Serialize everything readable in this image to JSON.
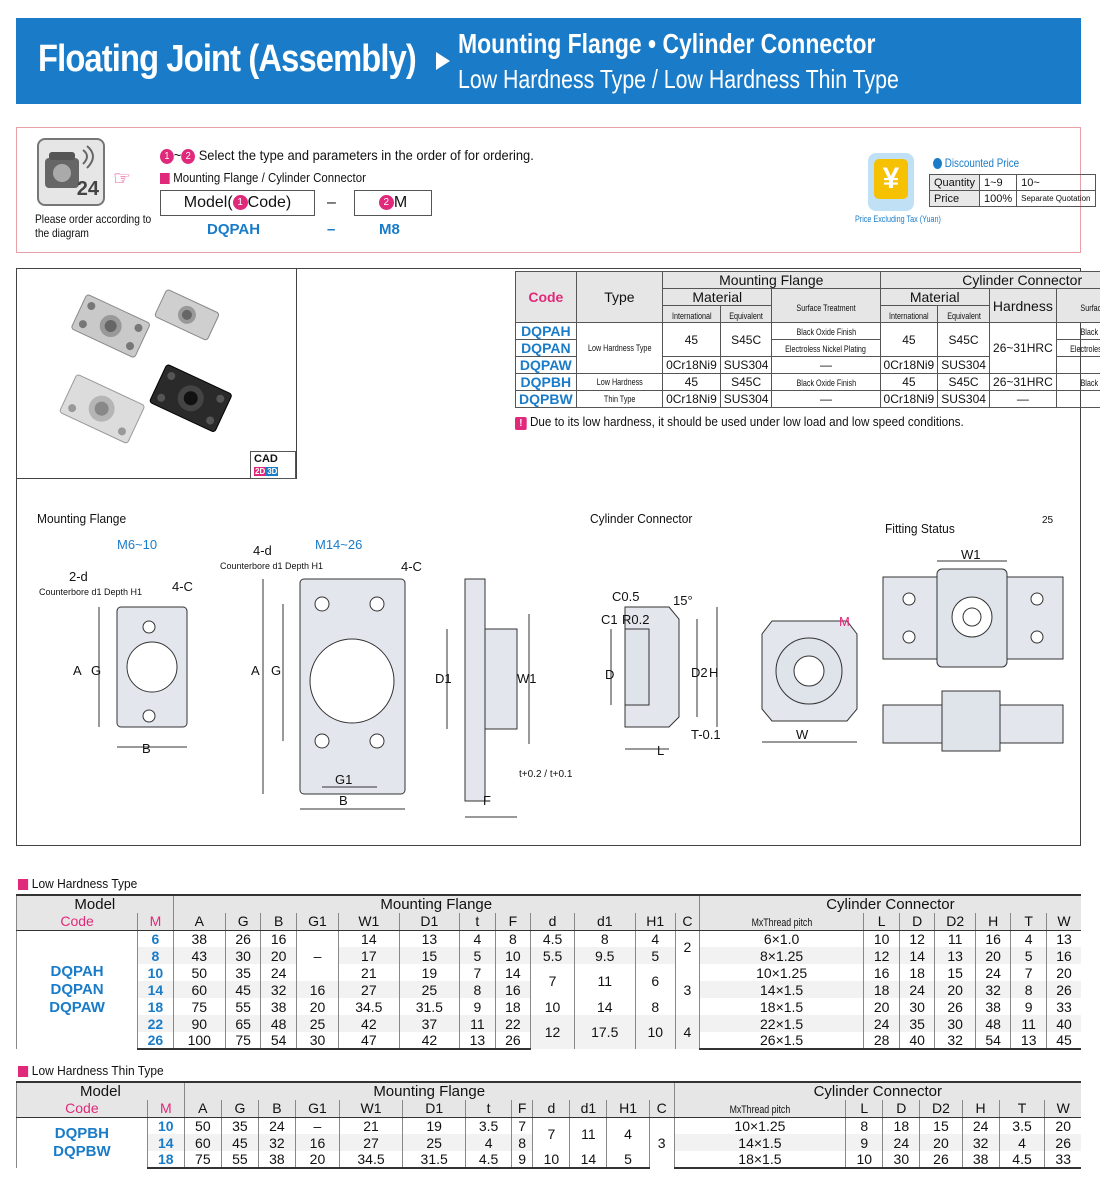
{
  "banner": {
    "title": "Floating Joint (Assembly)",
    "sub1": "Mounting Flange • Cylinder Connector",
    "sub2": "Low Hardness Type / Low Hardness Thin Type"
  },
  "order": {
    "phone_num": "24",
    "note": "Please order according to the diagram",
    "instruction": "Select the type and parameters in the order of for ordering.",
    "step1": "1",
    "step2": "2",
    "tilde": "~",
    "section": "Mounting Flange / Cylinder Connector",
    "box1_pre": "Model(",
    "box1_post": "Code)",
    "box2_post": "M",
    "dash": "–",
    "example_code": "DQPAH",
    "example_dash": "–",
    "example_m": "M8"
  },
  "price": {
    "label": "Discounted Price",
    "yen": "¥",
    "caption": "Price Excluding Tax (Yuan)",
    "qty_label": "Quantity",
    "qty1": "1~9",
    "qty2": "10~",
    "price_label": "Price",
    "price1": "100%",
    "price2": "Separate Quotation"
  },
  "spec": {
    "h_code": "Code",
    "h_type": "Type",
    "h_mf": "Mounting Flange",
    "h_cc": "Cylinder Connector",
    "h_material": "Material",
    "h_st": "Surface Treatment",
    "h_hard": "Hardness",
    "h_intl": "International",
    "h_equiv": "Equivalent",
    "codes": [
      "DQPAH",
      "DQPAN",
      "DQPAW",
      "DQPBH",
      "DQPBW"
    ],
    "type_low": "Low Hardness Type",
    "type_thin_a": "Low Hardness",
    "type_thin_b": "Thin Type",
    "r1_mi": "45",
    "r1_me": "S45C",
    "r1_st": "Black Oxide Finish",
    "r2_st": "Electroless Nickel Plating",
    "r1_ci": "45",
    "r1_ce": "S45C",
    "r1_h": "26~31HRC",
    "r1_cst": "Black Oxide Finish",
    "r2_cst": "Electroless Nickel Plating",
    "r3_mi": "0Cr18Ni9",
    "r3_me": "SUS304",
    "r3_st": "—",
    "r3_ci": "0Cr18Ni9",
    "r3_ce": "SUS304",
    "r4_mi": "45",
    "r4_me": "S45C",
    "r4_st": "Black Oxide Finish",
    "r4_ci": "45",
    "r4_ce": "S45C",
    "r4_h": "26~31HRC",
    "r4_cst": "Black Oxide Finish",
    "r5_mi": "0Cr18Ni9",
    "r5_me": "SUS304",
    "r5_st": "—",
    "r5_ci": "0Cr18Ni9",
    "r5_ce": "SUS304",
    "r5_h": "—",
    "r5_cst": "—"
  },
  "warning": "Due to its low hardness, it should be used under low load and low speed conditions.",
  "warn_icon": "!",
  "cad": "CAD",
  "drawing": {
    "mf": "Mounting Flange",
    "cc": "Cylinder Connector",
    "fit": "Fitting Status",
    "m610": "M6~10",
    "m1426": "M14~26",
    "n2d": "2-d",
    "cb1": "Counterbore d1 Depth H1",
    "n4c": "4-C",
    "n4d": "4-d",
    "cb2": "Counterbore d1 Depth H1",
    "A": "A",
    "G": "G",
    "B": "B",
    "G1": "G1",
    "D1": "D1",
    "W1": "W1",
    "F": "F",
    "t": "t+0.2 / t+0.1",
    "C05": "C0.5",
    "C1": "C1",
    "R02": "R0.2",
    "ang": "15°",
    "D": "D",
    "D2": "D2",
    "H": "H",
    "L": "L",
    "T": "T-0.1",
    "M": "M",
    "W": "W",
    "rough": "25"
  },
  "low": {
    "title": "Low Hardness Type",
    "h_model": "Model",
    "h_mf": "Mounting Flange",
    "h_cc": "Cylinder Connector",
    "cols": [
      "Code",
      "M",
      "A",
      "G",
      "B",
      "G1",
      "W1",
      "D1",
      "t",
      "F",
      "d",
      "d1",
      "H1",
      "C",
      "MxThread pitch",
      "L",
      "D",
      "D2",
      "H",
      "T",
      "W"
    ],
    "codes": [
      "DQPAH",
      "DQPAN",
      "DQPAW"
    ],
    "rows": [
      [
        "6",
        "38",
        "26",
        "16",
        "",
        "14",
        "13",
        "4",
        "8",
        "4.5",
        "8",
        "4",
        "",
        "6×1.0",
        "10",
        "12",
        "11",
        "16",
        "4",
        "13"
      ],
      [
        "8",
        "43",
        "30",
        "20",
        "–",
        "17",
        "15",
        "5",
        "10",
        "5.5",
        "9.5",
        "5",
        "2",
        "8×1.25",
        "12",
        "14",
        "13",
        "20",
        "5",
        "16"
      ],
      [
        "10",
        "50",
        "35",
        "24",
        "",
        "21",
        "19",
        "7",
        "14",
        "",
        "",
        "",
        "",
        "10×1.25",
        "16",
        "18",
        "15",
        "24",
        "7",
        "20"
      ],
      [
        "14",
        "60",
        "45",
        "32",
        "16",
        "27",
        "25",
        "8",
        "16",
        "7",
        "11",
        "6",
        "3",
        "14×1.5",
        "18",
        "24",
        "20",
        "32",
        "8",
        "26"
      ],
      [
        "18",
        "75",
        "55",
        "38",
        "20",
        "34.5",
        "31.5",
        "9",
        "18",
        "10",
        "14",
        "8",
        "",
        "18×1.5",
        "20",
        "30",
        "26",
        "38",
        "9",
        "33"
      ],
      [
        "22",
        "90",
        "65",
        "48",
        "25",
        "42",
        "37",
        "11",
        "22",
        "",
        "",
        "",
        "",
        "22×1.5",
        "24",
        "35",
        "30",
        "48",
        "11",
        "40"
      ],
      [
        "26",
        "100",
        "75",
        "54",
        "30",
        "47",
        "42",
        "13",
        "26",
        "12",
        "17.5",
        "10",
        "4",
        "26×1.5",
        "28",
        "40",
        "32",
        "54",
        "13",
        "45"
      ]
    ]
  },
  "thin": {
    "title": "Low Hardness Thin Type",
    "h_model": "Model",
    "h_mf": "Mounting Flange",
    "h_cc": "Cylinder Connector",
    "cols": [
      "Code",
      "M",
      "A",
      "G",
      "B",
      "G1",
      "W1",
      "D1",
      "t",
      "F",
      "d",
      "d1",
      "H1",
      "C",
      "MxThread pitch",
      "L",
      "D",
      "D2",
      "H",
      "T",
      "W"
    ],
    "codes": [
      "DQPBH",
      "DQPBW"
    ],
    "rows": [
      [
        "10",
        "50",
        "35",
        "24",
        "–",
        "21",
        "19",
        "3.5",
        "7",
        "",
        "",
        "",
        "",
        "10×1.25",
        "8",
        "18",
        "15",
        "24",
        "3.5",
        "20"
      ],
      [
        "14",
        "60",
        "45",
        "32",
        "16",
        "27",
        "25",
        "4",
        "8",
        "7",
        "11",
        "4",
        "3",
        "14×1.5",
        "9",
        "24",
        "20",
        "32",
        "4",
        "26"
      ],
      [
        "18",
        "75",
        "55",
        "38",
        "20",
        "34.5",
        "31.5",
        "4.5",
        "9",
        "10",
        "14",
        "5",
        "",
        "18×1.5",
        "10",
        "30",
        "26",
        "38",
        "4.5",
        "33"
      ]
    ]
  }
}
